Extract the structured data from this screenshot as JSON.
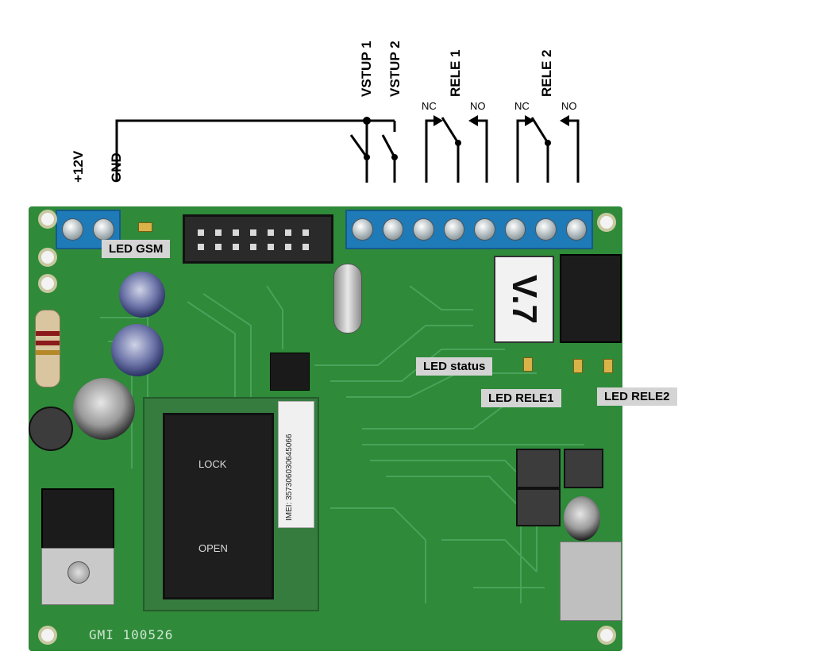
{
  "labels": {
    "plus12v": "+12V",
    "gnd": "GND",
    "vstup1": "VSTUP 1",
    "vstup2": "VSTUP 2",
    "rele1": "RELE 1",
    "rele2": "RELE 2",
    "nc1": "NC",
    "no1": "NO",
    "nc2": "NC",
    "no2": "NO"
  },
  "tags": {
    "led_gsm": "LED GSM",
    "led_status": "LED status",
    "led_rele1": "LED RELE1",
    "led_rele2": "LED RELE2"
  },
  "board": {
    "silkscreen": "GMI 100526",
    "relay_marking": "V.7",
    "sim_lock": "LOCK",
    "sim_open": "OPEN",
    "imei_text": "IMEI: 357306030645066"
  },
  "colors": {
    "pcb": "#2f8a3a",
    "terminal_block": "#1f7ab8",
    "tag_background": "#d4d4d4"
  }
}
